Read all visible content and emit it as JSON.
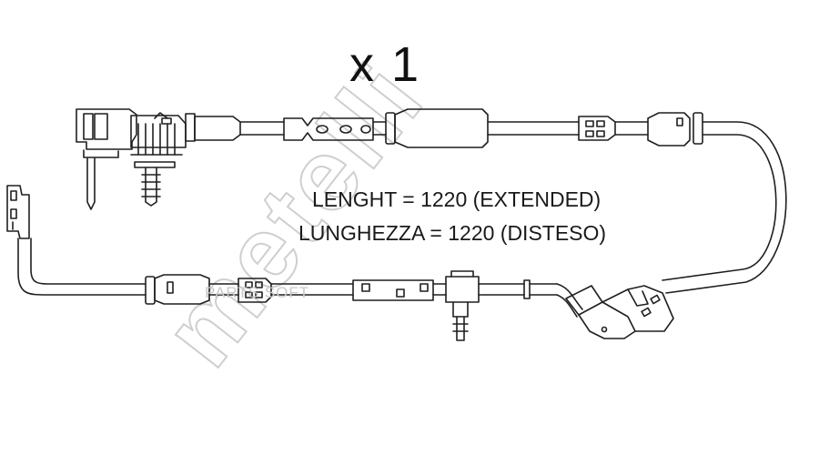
{
  "quantity_label": "x 1",
  "spec": {
    "length_en": "LENGHT = 1220 (EXTENDED)",
    "length_it": "LUNGHEZZA = 1220 (DISTESO)"
  },
  "watermark": {
    "brand": "metelli",
    "site": "PARTS SOFT"
  },
  "colors": {
    "line": "#1f1f1f",
    "watermark": "#cfcfcf"
  }
}
